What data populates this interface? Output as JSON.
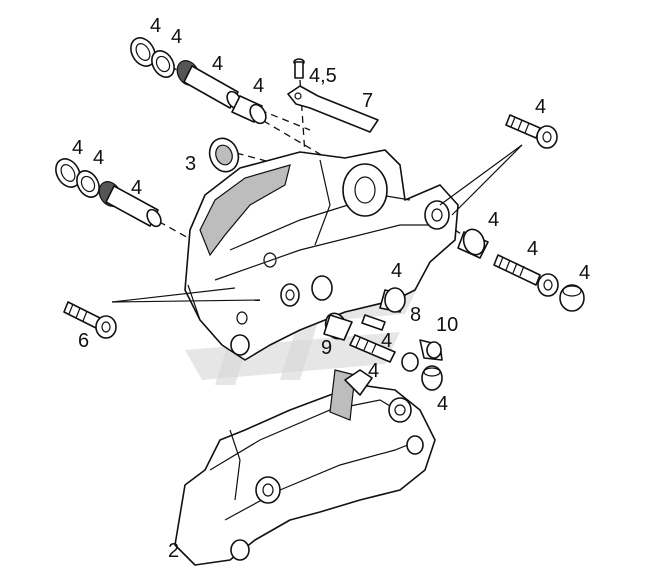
{
  "diagram": {
    "labels": [
      {
        "id": "l1",
        "text": "4"
      },
      {
        "id": "l2",
        "text": "4"
      },
      {
        "id": "l3",
        "text": "4"
      },
      {
        "id": "l4",
        "text": "4"
      },
      {
        "id": "l5",
        "text": "4,5"
      },
      {
        "id": "l6",
        "text": "7"
      },
      {
        "id": "l7",
        "text": "4"
      },
      {
        "id": "l8",
        "text": "3"
      },
      {
        "id": "l9",
        "text": "4"
      },
      {
        "id": "l10",
        "text": "4"
      },
      {
        "id": "l11",
        "text": "4"
      },
      {
        "id": "l12",
        "text": "4"
      },
      {
        "id": "l13",
        "text": "4"
      },
      {
        "id": "l14",
        "text": "4"
      },
      {
        "id": "l15",
        "text": "6"
      },
      {
        "id": "l16",
        "text": "4"
      },
      {
        "id": "l17",
        "text": "9"
      },
      {
        "id": "l18",
        "text": "8"
      },
      {
        "id": "l19",
        "text": "10"
      },
      {
        "id": "l20",
        "text": "4"
      },
      {
        "id": "l21",
        "text": "4"
      },
      {
        "id": "l22",
        "text": "4"
      },
      {
        "id": "l23",
        "text": "2"
      }
    ]
  }
}
